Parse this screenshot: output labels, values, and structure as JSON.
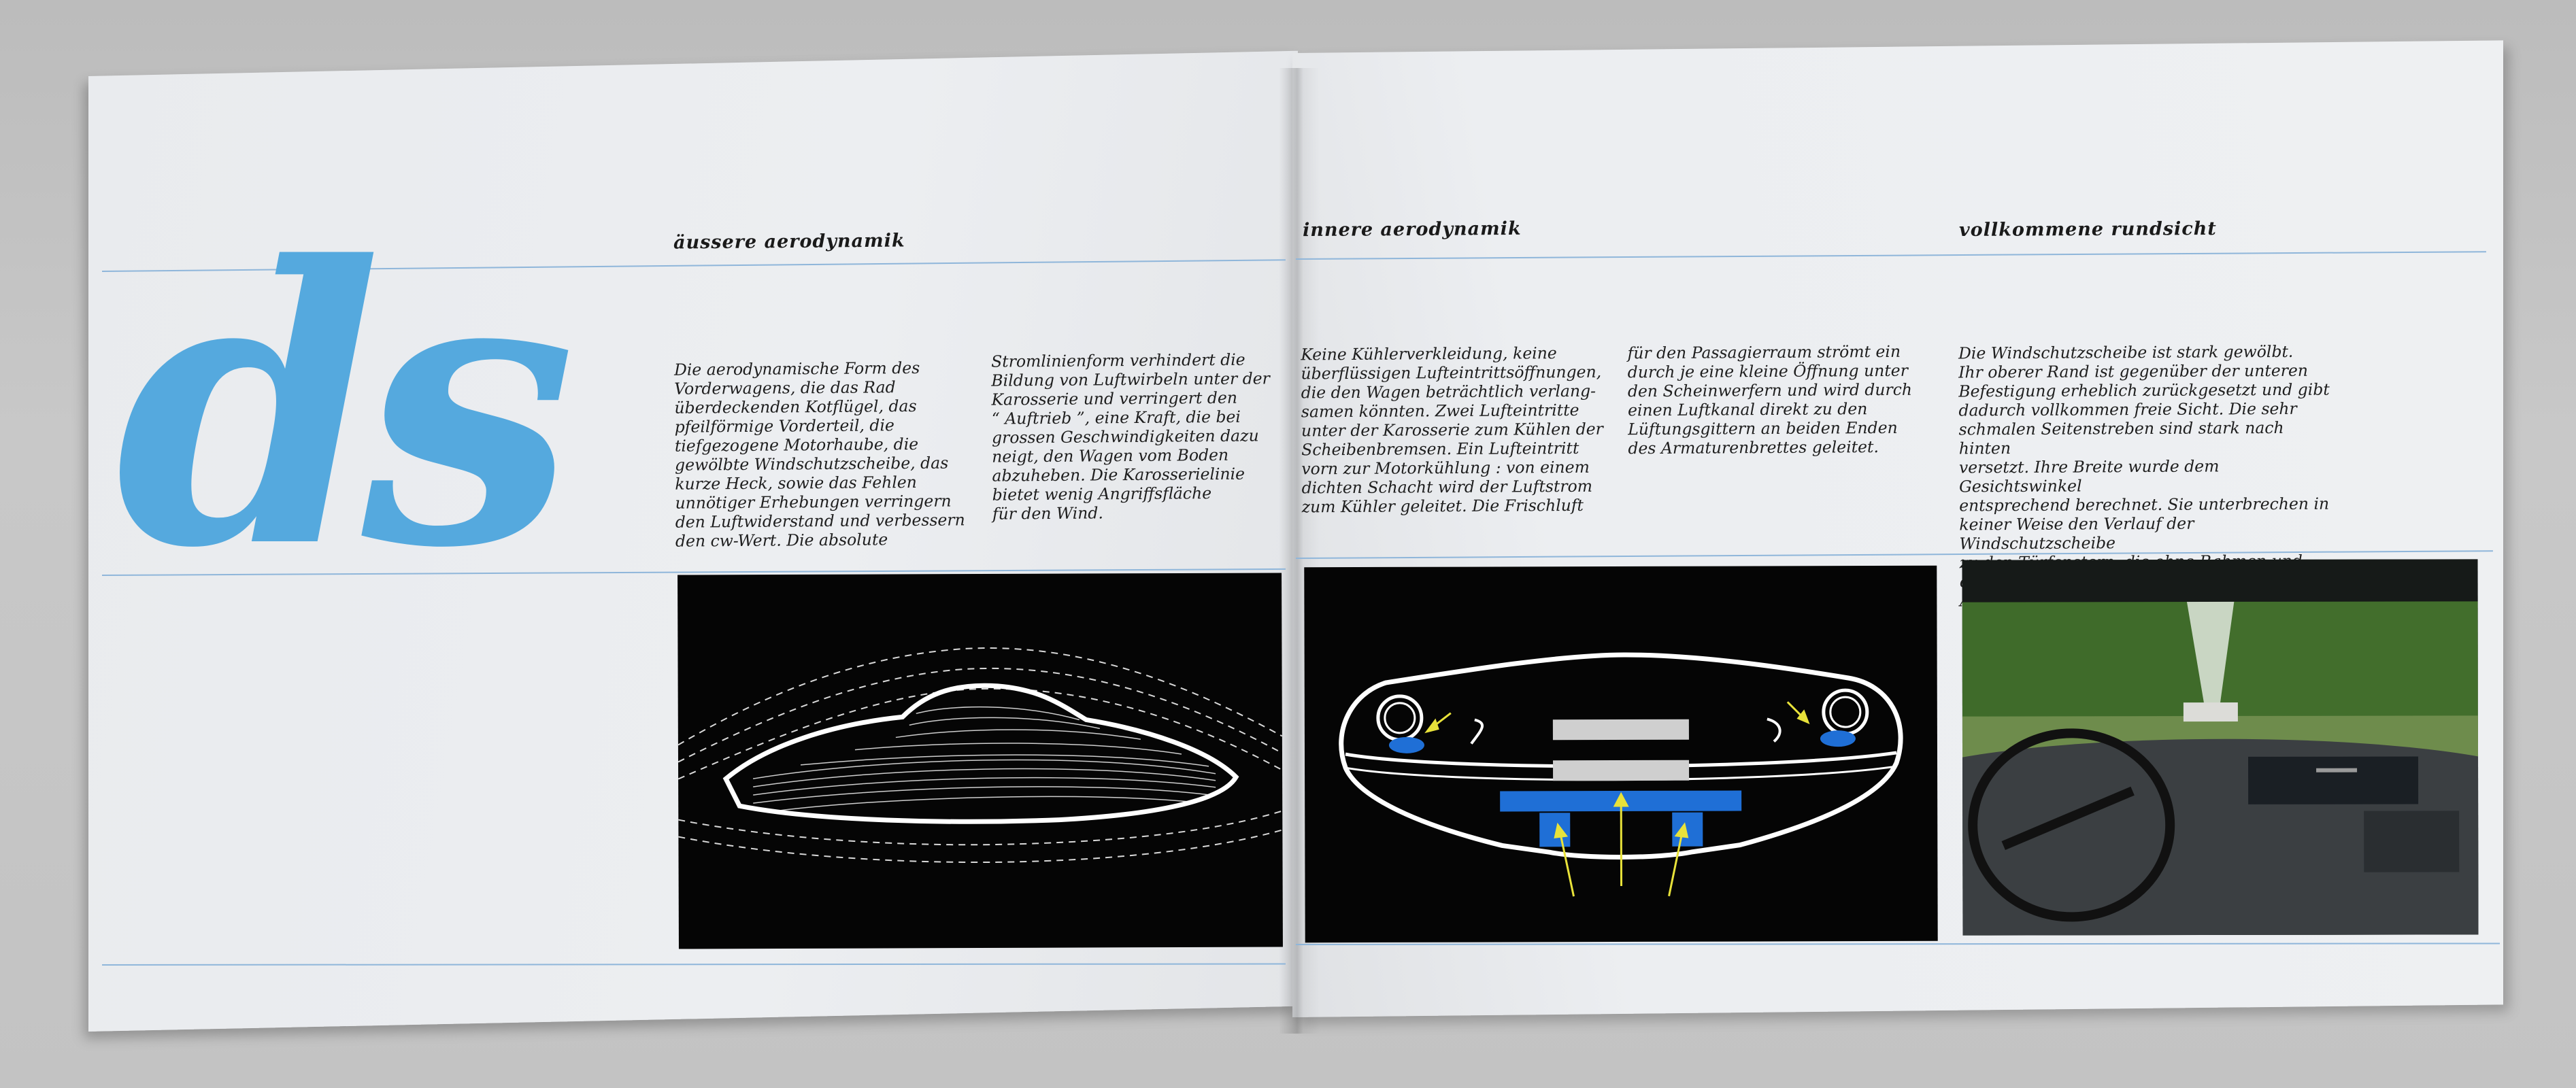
{
  "logo": {
    "text": "ds",
    "color": "#55a9de"
  },
  "sections": [
    {
      "heading": "äussere aerodynamik"
    },
    {
      "heading": "innere aerodynamik"
    },
    {
      "heading": "vollkommene rundsicht"
    }
  ],
  "columns": {
    "col1": "Die aerodynamische Form des\nVorderwagens, die das Rad\nüberdeckenden Kotflügel, das\npfeilförmige Vorderteil, die\ntiefgezogene Motorhaube, die\ngewölbte Windschutzscheibe, das\nkurze Heck, sowie das Fehlen\nunnötiger Erhebungen verringern\nden Luftwiderstand und verbessern\nden cw-Wert. Die absolute",
    "col2": "Stromlinienform verhindert die\nBildung von Luftwirbeln unter der\nKarosserie und verringert den\n“ Auftrieb ”, eine Kraft, die bei\ngrossen Geschwindigkeiten dazu\nneigt, den Wagen vom Boden\nabzuheben. Die Karosserielinie\nbietet wenig Angriffsfläche\nfür den Wind.",
    "col3": "Keine Kühlerverkleidung, keine\nüberflüssigen Lufteintrittsöffnungen,\ndie den Wagen beträchtlich verlang-\nsamen könnten. Zwei Lufteintritte\nunter der Karosserie zum Kühlen der\nScheibenbremsen. Ein Lufteintritt\nvorn zur Motorkühlung : von einem\ndichten Schacht wird der Luftstrom\nzum Kühler geleitet. Die Frischluft",
    "col4": "für den Passagierraum strömt ein\ndurch je eine kleine Öffnung unter\nden Scheinwerfern und wird durch\neinen Luftkanal direkt zu den\nLüftungsgittern an beiden Enden\ndes Armaturenbrettes geleitet.",
    "col5": "Die Windschutzscheibe ist stark gewölbt.\nIhr oberer Rand ist gegenüber der unteren\nBefestigung erheblich zurückgesetzt und gibt\ndadurch vollkommen freie Sicht. Die sehr\nschmalen Seitenstreben sind stark nach hinten\nversetzt. Ihre Breite wurde dem Gesichtswinkel\nentsprechend berechnet. Sie unterbrechen in\nkeiner Weise den Verlauf der Windschutzscheibe\nzu den Türfenstern, die ohne Rahmen und ohne\nAusstellfenster gearbeitet sind."
  },
  "colors": {
    "rule": "#8fb6da",
    "accent_yellow": "#e8e23a",
    "accent_blue": "#1f6fd6"
  }
}
